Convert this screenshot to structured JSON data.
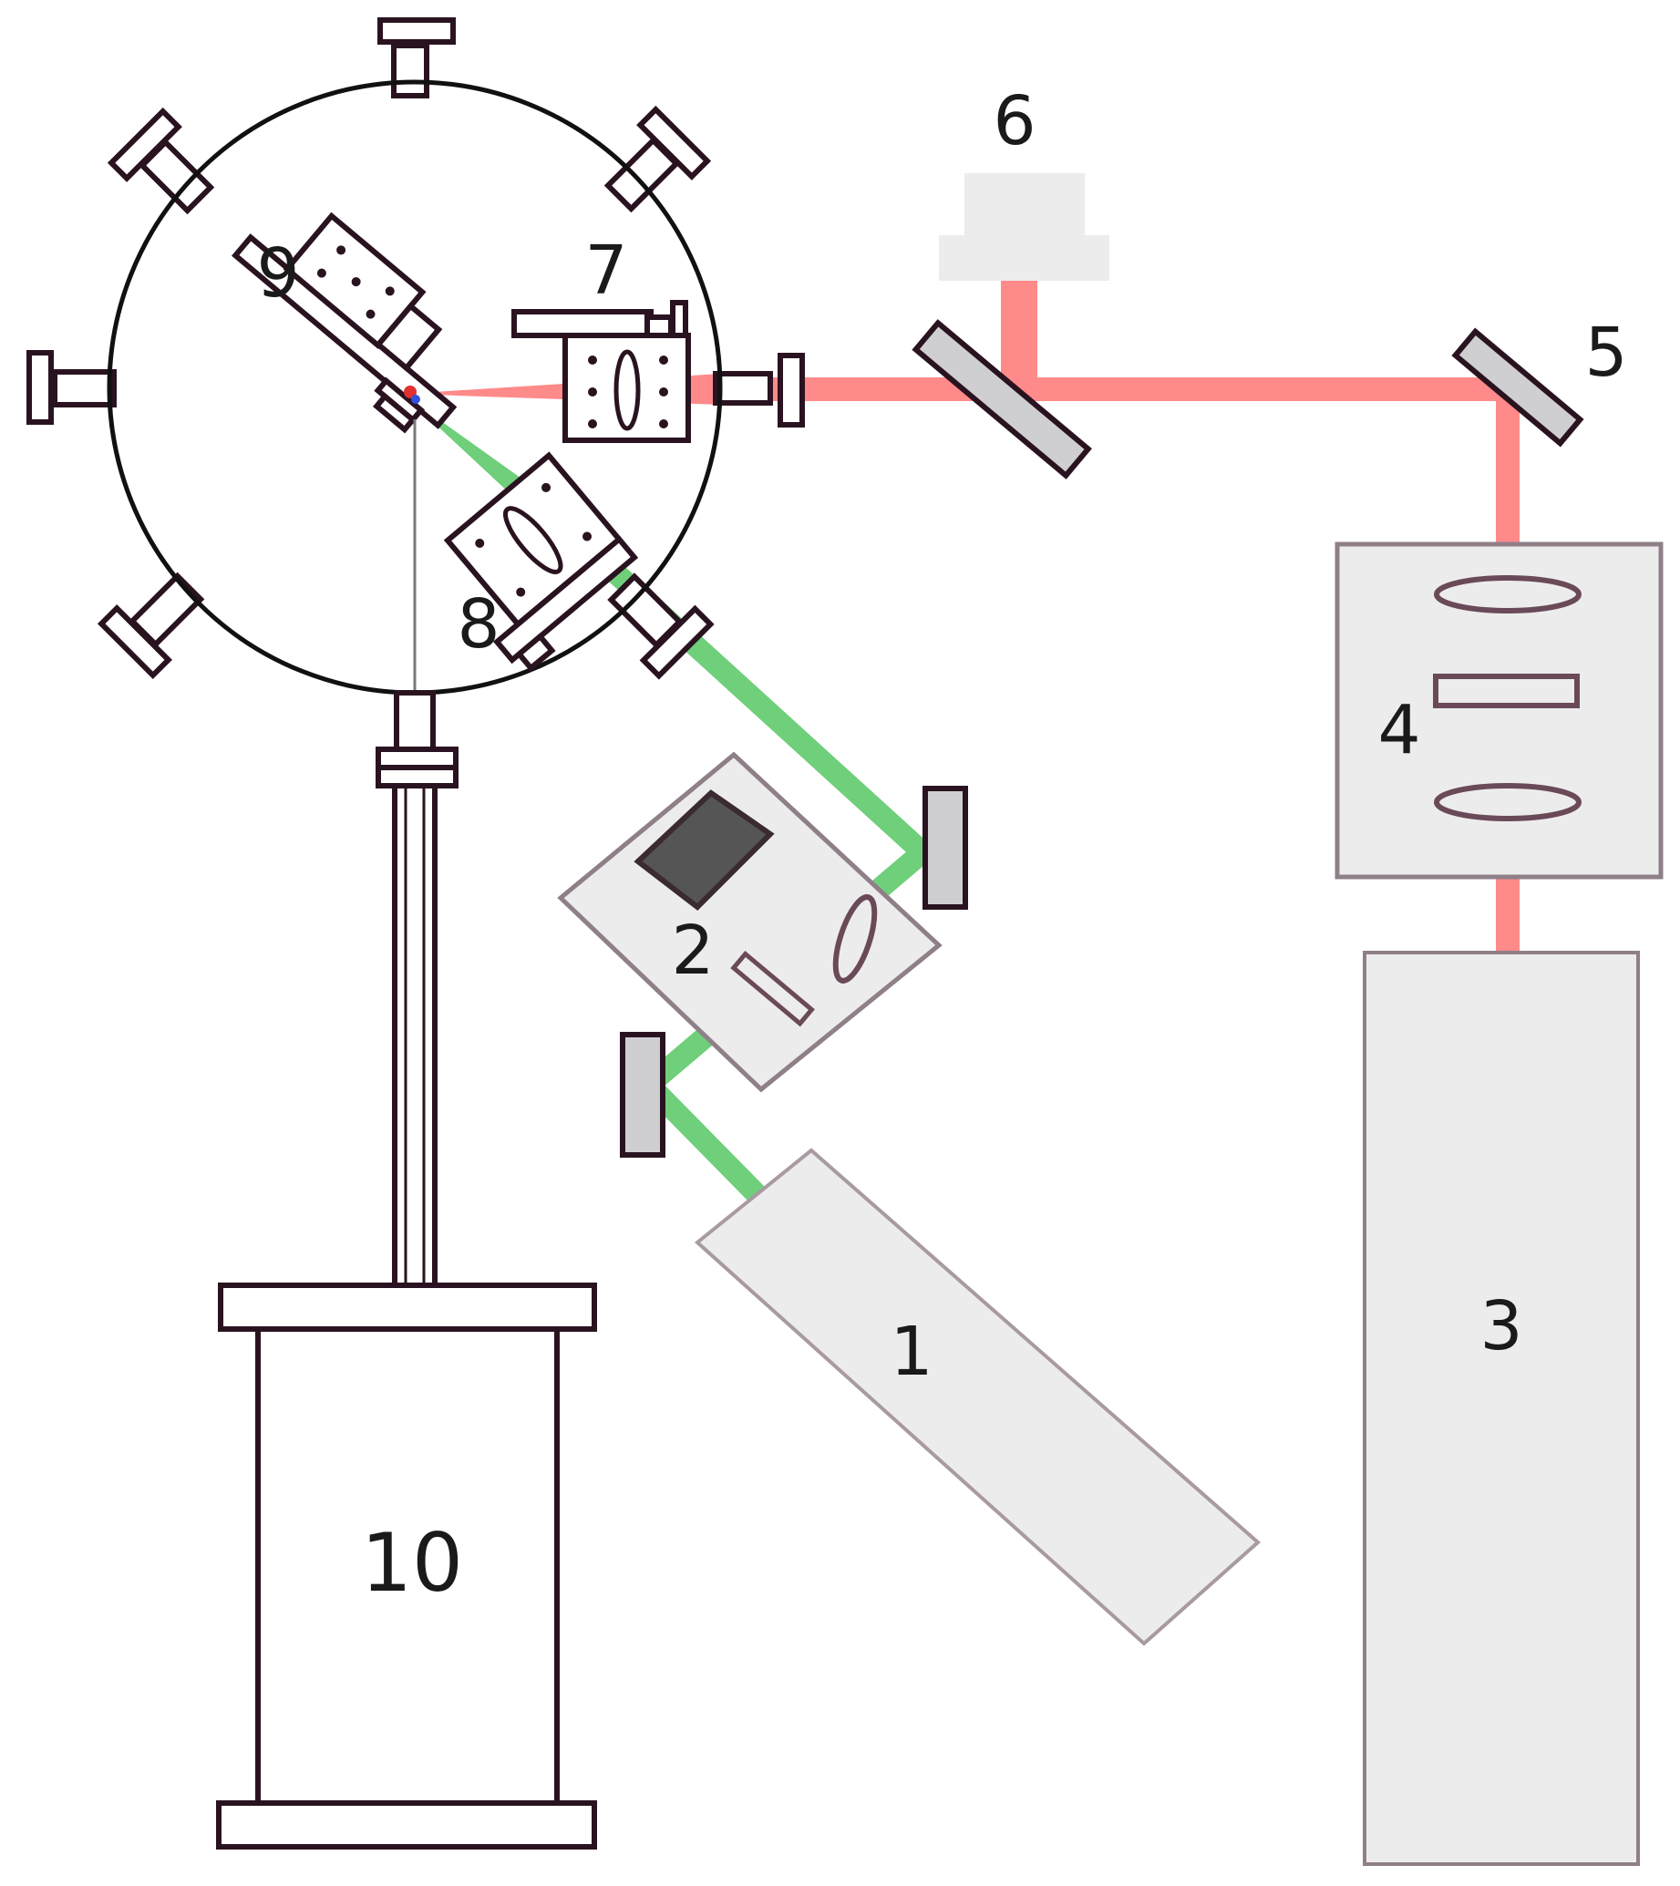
{
  "diagram": {
    "labels": {
      "n1": "1",
      "n2": "2",
      "n3": "3",
      "n4": "4",
      "n5": "5",
      "n6": "6",
      "n7": "7",
      "n8": "8",
      "n9": "9",
      "n10": "10"
    },
    "colors": {
      "red_beam": "#ff8a8a",
      "green_beam": "#6fcf7a",
      "outline": "#2a1320",
      "box_fill": "#ececec",
      "box_stroke": "#8f7f88",
      "mirror_fill": "#cfcfd1",
      "dark_chip": "#555555"
    }
  }
}
